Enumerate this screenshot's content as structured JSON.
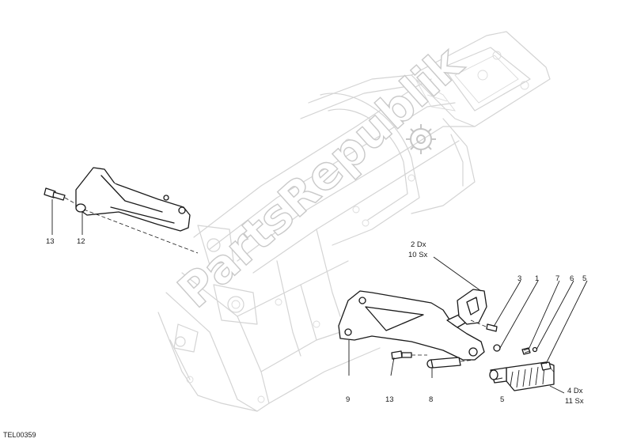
{
  "watermark": {
    "text": "PartsRepublik"
  },
  "callouts": [
    {
      "id": "c13a",
      "text": "13"
    },
    {
      "id": "c12",
      "text": "12"
    },
    {
      "id": "c2",
      "line1": "2 Dx",
      "line2": "10 Sx"
    },
    {
      "id": "c3",
      "text": "3"
    },
    {
      "id": "c1",
      "text": "1"
    },
    {
      "id": "c7",
      "text": "7"
    },
    {
      "id": "c6",
      "text": "6"
    },
    {
      "id": "c5a",
      "text": "5"
    },
    {
      "id": "c9",
      "text": "9"
    },
    {
      "id": "c13b",
      "text": "13"
    },
    {
      "id": "c8",
      "text": "8"
    },
    {
      "id": "c5b",
      "text": "5"
    },
    {
      "id": "c4",
      "line1": "4 Dx",
      "line2": "11 Sx"
    }
  ],
  "footer": {
    "code": "TEL00359"
  }
}
